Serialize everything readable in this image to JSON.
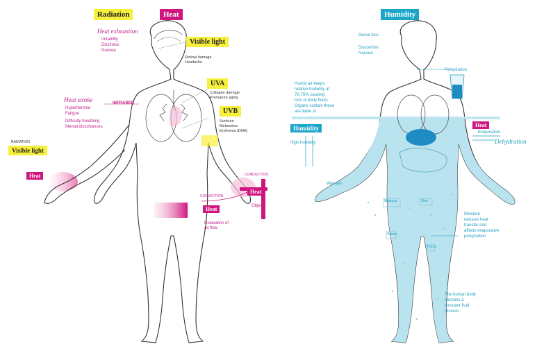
{
  "header": {
    "radiation_tag": "Radiation",
    "heat_tag": "Heat",
    "humidity_tag": "Humidity"
  },
  "left": {
    "heat_exhaustion": {
      "title": "Heat exhaustion",
      "lines": [
        "Irritability",
        "Dizziness",
        "Nausea"
      ]
    },
    "visible_light_top": "Visible light",
    "visible_light_notes": [
      "Retinal damage",
      "Headache"
    ],
    "uva": {
      "tag": "UVA",
      "notes": [
        "Collagen damage",
        "Premature aging"
      ]
    },
    "uvb": {
      "tag": "UVB",
      "notes": [
        "Sunburn",
        "Melanoma",
        "Erythema (DNA)"
      ]
    },
    "heat_stroke": {
      "title": "Heat stroke",
      "lines": [
        "Hyperthermia",
        "Fatigue",
        "Difficulty breathing",
        "Mental disturbances"
      ]
    },
    "infrared_label": "INFRARED",
    "radiation_small": "RADIATION",
    "visible_light_left": "Visible light",
    "heat_hand_tag": "Heat",
    "conduction_label": "CONDUCTION",
    "heat_right_tag": "Heat",
    "object_label": "Object",
    "convection_label": "CONVECTION",
    "heat_leg_tag": "Heat",
    "leg_notes": [
      "Relaxation of",
      "air flow"
    ]
  },
  "right": {
    "head_notes": [
      "Sweat loss",
      "Discomfort",
      "Nausea"
    ],
    "perspiration": "Perspiration",
    "body_text": [
      "Humid air keeps",
      "relative humidity at",
      "70-75% causing",
      "loss of body fluids",
      "Organs contain these",
      "are liable to"
    ],
    "humidity_tag_body": "Humidity",
    "heat_tag_body": "Heat",
    "high_humidity": "High humidity",
    "evaporation": "Evaporation",
    "dehydration": "Dehydration",
    "wet_skin": "Wet skin",
    "water_bubble_labels": [
      "Moisture",
      "Skin",
      "Sweat",
      "Pores"
    ],
    "leg_notes_right": [
      "Moisture",
      "reduces heat",
      "transfer and",
      "affects evaporative",
      "perspiration"
    ],
    "foot_notes": [
      "The human body",
      "contains a",
      "constant fluid",
      "reserve"
    ]
  }
}
